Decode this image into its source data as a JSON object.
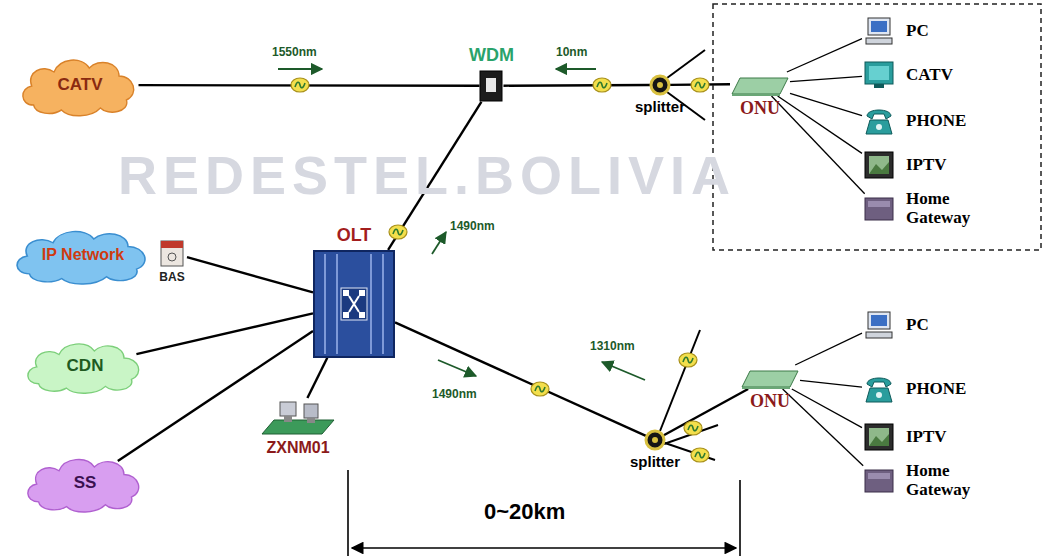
{
  "diagram": {
    "nodes": [
      {
        "text": [
          "CATV"
        ]
      },
      {
        "text": [
          "WDM"
        ]
      },
      {
        "text": [
          "splitter"
        ]
      },
      {
        "text": [
          "ONU"
        ]
      },
      {
        "text": [
          "PC"
        ]
      },
      {
        "text": [
          "CATV"
        ]
      },
      {
        "text": [
          "PHONE"
        ]
      },
      {
        "text": [
          "IPTV"
        ]
      },
      {
        "text": [
          "Home Gateway"
        ]
      },
      {
        "text": [
          "IP Network"
        ]
      },
      {
        "text": [
          "BAS"
        ]
      },
      {
        "text": [
          "OLT"
        ]
      },
      {
        "text": [
          "CDN"
        ]
      },
      {
        "text": [
          "SS"
        ]
      },
      {
        "text": [
          "ZXNM01"
        ]
      },
      {
        "text": [
          "splitter"
        ]
      },
      {
        "text": [
          "ONU"
        ]
      },
      {
        "text": [
          "PC"
        ]
      },
      {
        "text": [
          "PHONE"
        ]
      },
      {
        "text": [
          "IPTV"
        ]
      },
      {
        "text": [
          "Home Gateway"
        ]
      }
    ],
    "edges": [
      {
        "from": 0,
        "to": 1,
        "arrow": "none"
      },
      {
        "from": 1,
        "to": 2,
        "arrow": "none"
      },
      {
        "from": 2,
        "to": 3,
        "arrow": "none"
      },
      {
        "from": 3,
        "to": 4,
        "arrow": "none"
      },
      {
        "from": 3,
        "to": 5,
        "arrow": "none"
      },
      {
        "from": 3,
        "to": 6,
        "arrow": "none"
      },
      {
        "from": 3,
        "to": 7,
        "arrow": "none"
      },
      {
        "from": 3,
        "to": 8,
        "arrow": "none"
      },
      {
        "from": 10,
        "to": 11,
        "arrow": "none"
      },
      {
        "from": 12,
        "to": 11,
        "arrow": "none"
      },
      {
        "from": 13,
        "to": 11,
        "arrow": "none"
      },
      {
        "from": 14,
        "to": 11,
        "arrow": "none"
      },
      {
        "from": 11,
        "to": 1,
        "arrow": "none"
      },
      {
        "from": 11,
        "to": 15,
        "arrow": "none"
      },
      {
        "from": 15,
        "to": 16,
        "arrow": "none"
      },
      {
        "from": 16,
        "to": 17,
        "arrow": "none"
      },
      {
        "from": 16,
        "to": 18,
        "arrow": "none"
      },
      {
        "from": 16,
        "to": 19,
        "arrow": "none"
      },
      {
        "from": 16,
        "to": 20,
        "arrow": "none"
      }
    ],
    "labels": [
      "1550nm",
      "10nm",
      "1490nm",
      "1490nm",
      "1310nm",
      "0~20km",
      "REDESTEL.BOLIVIA"
    ]
  }
}
